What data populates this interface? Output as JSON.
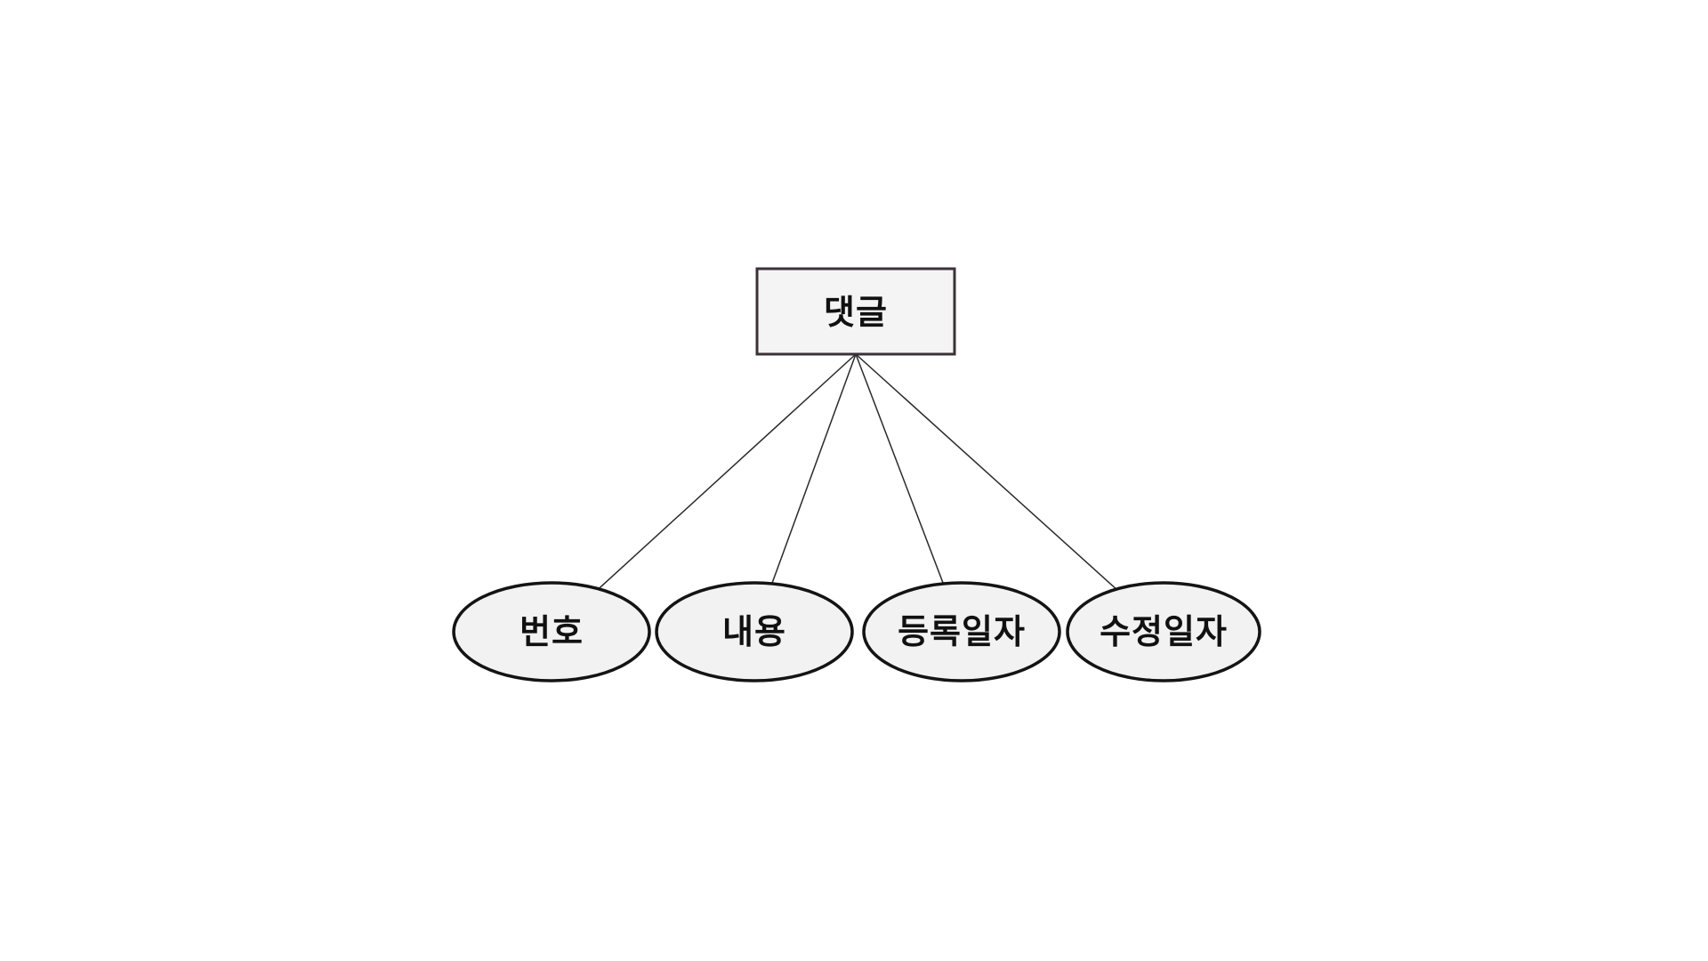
{
  "diagram": {
    "type": "er-attribute-diagram",
    "entity": {
      "label": "댓글",
      "shape": "rectangle"
    },
    "attributes": [
      {
        "label": "번호",
        "shape": "ellipse"
      },
      {
        "label": "내용",
        "shape": "ellipse"
      },
      {
        "label": "등록일자",
        "shape": "ellipse"
      },
      {
        "label": "수정일자",
        "shape": "ellipse"
      }
    ],
    "connections": [
      {
        "from": "댓글",
        "to": "번호"
      },
      {
        "from": "댓글",
        "to": "내용"
      },
      {
        "from": "댓글",
        "to": "등록일자"
      },
      {
        "from": "댓글",
        "to": "수정일자"
      }
    ],
    "colors": {
      "background": "#ffffff",
      "entity_fill": "#f5f4f4",
      "entity_border": "#3b3237",
      "attribute_fill": "#f3f2f2",
      "attribute_border": "#141414",
      "connector": "#2a2a2a",
      "text": "#111111"
    }
  }
}
